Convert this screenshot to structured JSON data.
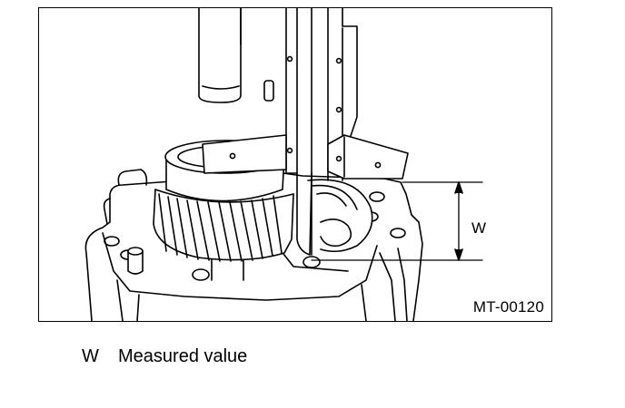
{
  "figure": {
    "code": "MT-00120",
    "dimension_label": "W"
  },
  "legend": {
    "symbol": "W",
    "description": "Measured value"
  }
}
